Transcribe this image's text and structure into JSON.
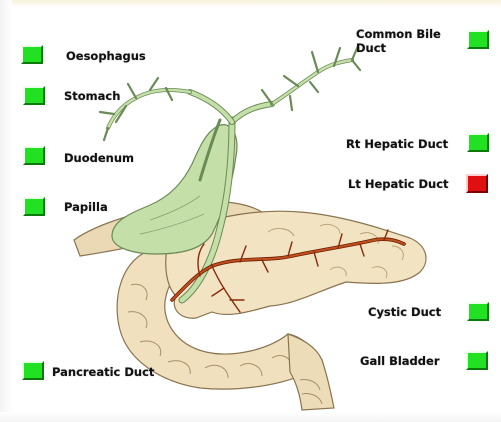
{
  "colors": {
    "button_green": "#22e022",
    "button_red": "#e01010",
    "bile_duct_green": "#c4e0a8",
    "pancreas_tan": "#f2e3c2",
    "pancreatic_duct": "#b83a10"
  },
  "left_buttons": [
    {
      "label": "Oesophagus",
      "state": "green"
    },
    {
      "label": "Stomach",
      "state": "green"
    },
    {
      "label": "Duodenum",
      "state": "green"
    },
    {
      "label": "Papilla",
      "state": "green"
    },
    {
      "label": "Pancreatic Duct",
      "state": "green"
    }
  ],
  "right_buttons": [
    {
      "label": "Common Bile Duct",
      "state": "green"
    },
    {
      "label": "Rt Hepatic Duct",
      "state": "green"
    },
    {
      "label": "Lt Hepatic Duct",
      "state": "red"
    },
    {
      "label": "Cystic Duct",
      "state": "green"
    },
    {
      "label": "Gall Bladder",
      "state": "green"
    }
  ]
}
